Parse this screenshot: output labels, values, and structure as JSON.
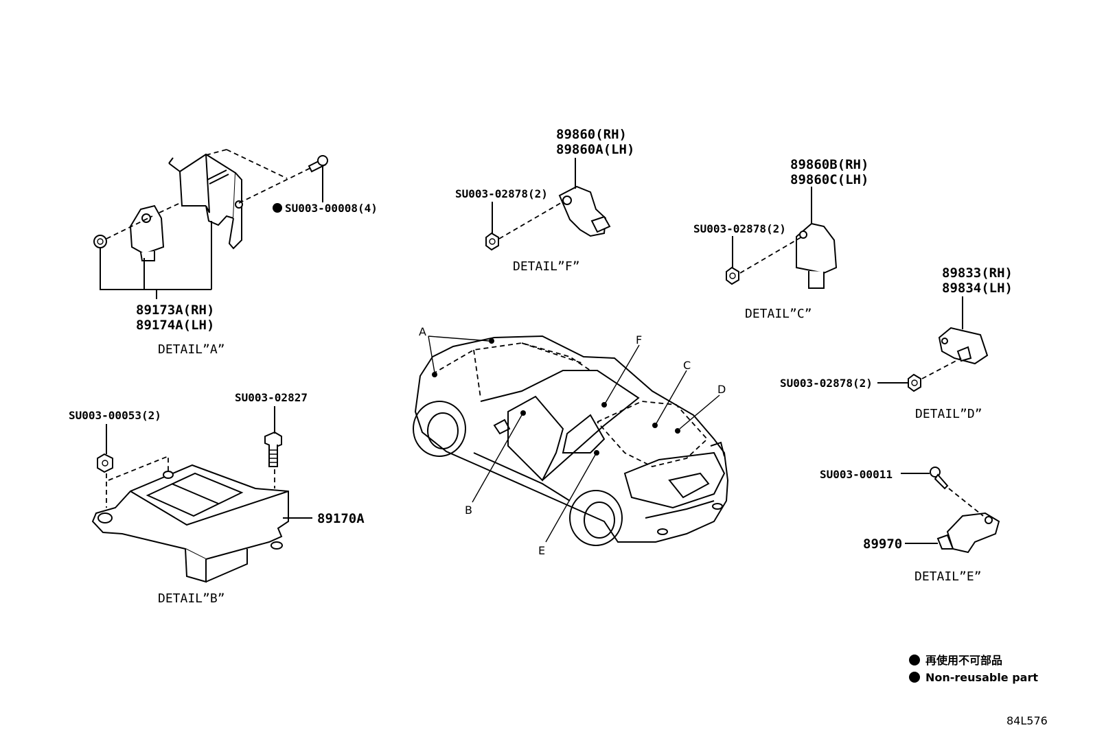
{
  "detail_a": {
    "caption": "DETAIL”A”",
    "part_rh": "89173A(RH)",
    "part_lh": "89174A(LH)",
    "bolt": "SU003-00008(4)"
  },
  "detail_b": {
    "caption": "DETAIL”B”",
    "part": "89170A",
    "nut": "SU003-00053(2)",
    "bolt": "SU003-02827"
  },
  "detail_c": {
    "caption": "DETAIL”C”",
    "part_rh": "89860B(RH)",
    "part_lh": "89860C(LH)",
    "nut": "SU003-02878(2)"
  },
  "detail_d": {
    "caption": "DETAIL”D”",
    "part_rh": "89833(RH)",
    "part_lh": "89834(LH)",
    "nut": "SU003-02878(2)"
  },
  "detail_e": {
    "caption": "DETAIL”E”",
    "part": "89970",
    "bolt": "SU003-00011"
  },
  "detail_f": {
    "caption": "DETAIL”F”",
    "part_rh": "89860(RH)",
    "part_lh": "89860A(LH)",
    "nut": "SU003-02878(2)"
  },
  "vehicle_callouts": [
    "A",
    "B",
    "C",
    "D",
    "E",
    "F"
  ],
  "legend": {
    "jp": "再使用不可部品",
    "en": "Non-reusable part",
    "marker": "filled-circle"
  },
  "drawing_code": "84L576"
}
